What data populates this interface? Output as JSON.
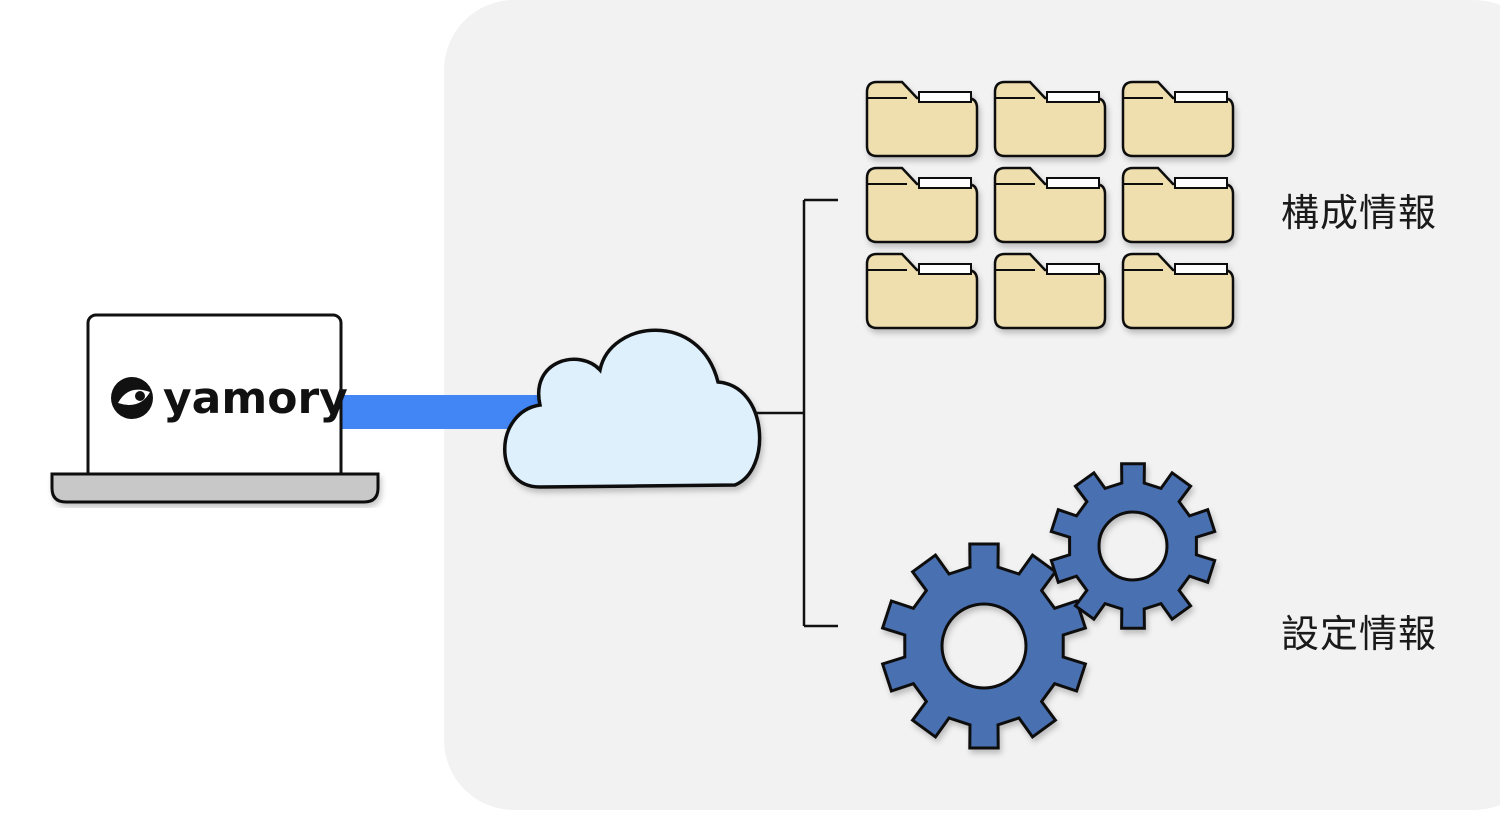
{
  "logo": {
    "text": "yamory",
    "icon": "yamory-eye-icon"
  },
  "labels": {
    "config": "構成情報",
    "settings": "設定情報"
  },
  "colors": {
    "panel_bg": "#f2f2f2",
    "connection": "#4285f4",
    "cloud_fill": "#dff0fd",
    "folder_fill": "#f0dfae",
    "gear_fill": "#4a6fb0",
    "laptop_base": "#c8c8c8"
  },
  "icons": {
    "folder": "folder-icon",
    "gear": "gear-icon",
    "cloud": "cloud-icon",
    "laptop": "laptop-icon"
  }
}
